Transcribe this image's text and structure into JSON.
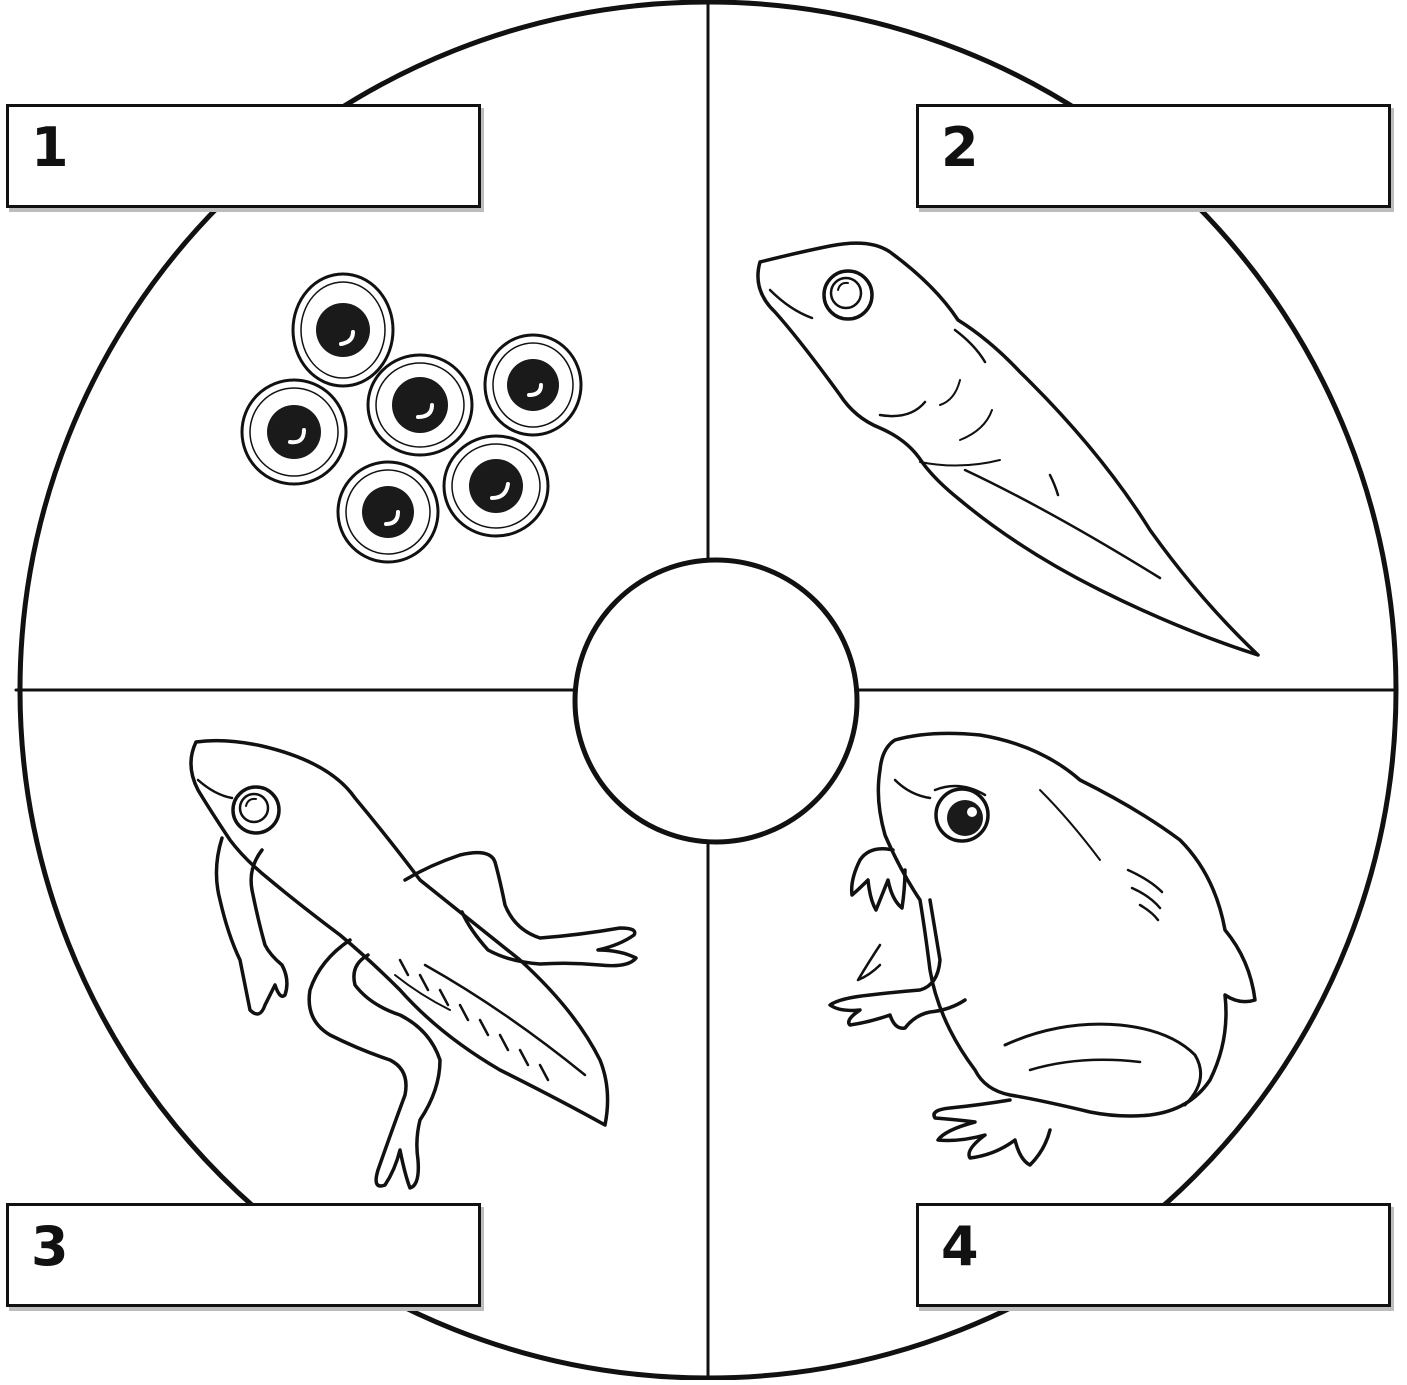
{
  "diagram": {
    "stages": [
      {
        "number": "1",
        "depiction": "frog-eggs"
      },
      {
        "number": "2",
        "depiction": "tadpole"
      },
      {
        "number": "3",
        "depiction": "froglet"
      },
      {
        "number": "4",
        "depiction": "adult-frog"
      }
    ],
    "colors": {
      "line": "#111111",
      "fill": "#ffffff",
      "egg_core": "#1a1a1a",
      "label_shadow": "#bdbdbd"
    }
  }
}
